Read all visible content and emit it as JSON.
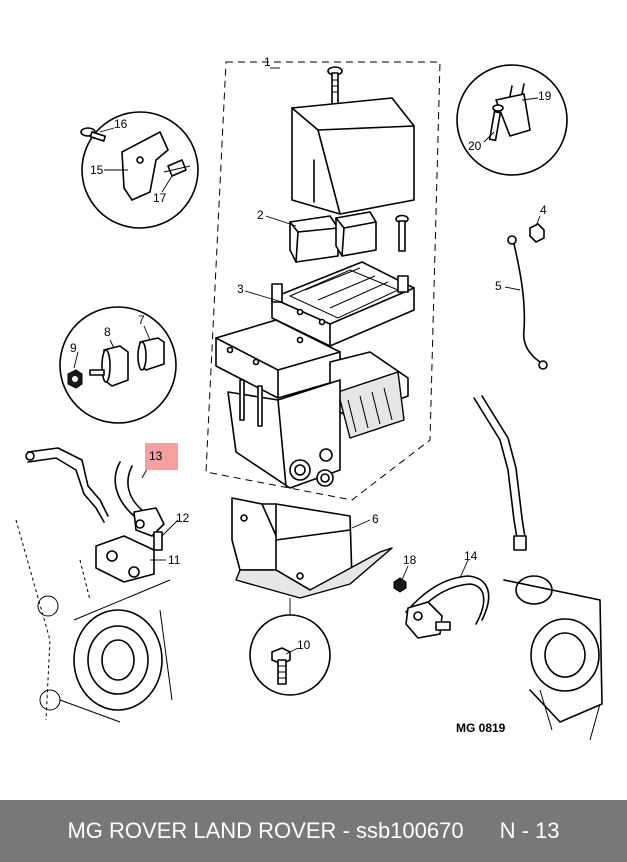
{
  "diagram": {
    "callouts": {
      "c1": "1",
      "c2": "2",
      "c3": "3",
      "c4": "4",
      "c5": "5",
      "c6": "6",
      "c7": "7",
      "c8": "8",
      "c9": "9",
      "c10": "10",
      "c11": "11",
      "c12": "12",
      "c13": "13",
      "c14": "14",
      "c15": "15",
      "c16": "16",
      "c17": "17",
      "c18": "18",
      "c19": "19",
      "c20": "20"
    },
    "highlight_color": "#f4a0a0",
    "figure_code": "MG 0819"
  },
  "footer": {
    "title": "MG ROVER LAND ROVER - ssb100670",
    "page": "N - 13",
    "background": "#787878"
  }
}
